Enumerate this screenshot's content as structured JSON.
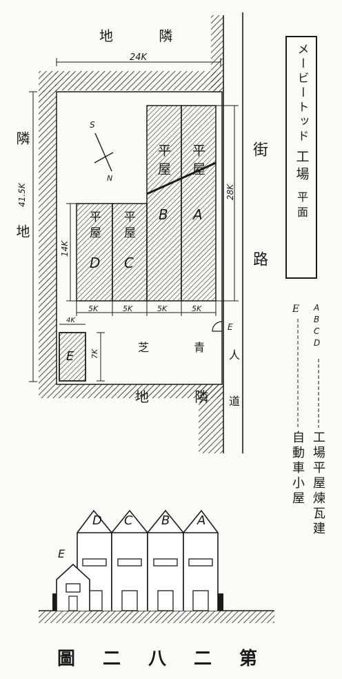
{
  "plan": {
    "label_top_land": "地 隣",
    "label_left_land_a": "隣",
    "label_left_land_b": "地",
    "label_bottom_land": "地 隣",
    "label_street": "街 路",
    "label_sidewalk": "人 道",
    "label_lawn": "芝 青",
    "dim_top": "24K",
    "dim_left": "41.5K",
    "dim_right": "28K",
    "dim_block": "14K",
    "dim_e_w": "4K",
    "dim_e_h": "7K",
    "dim_bottom": [
      "5K",
      "5K",
      "5K",
      "5K"
    ],
    "compass_s": "S",
    "compass_n": "N",
    "entry_mark": "E",
    "buildings": [
      {
        "id": "A",
        "name": "平屋"
      },
      {
        "id": "B",
        "name": "平屋"
      },
      {
        "id": "C",
        "name": "平屋"
      },
      {
        "id": "D",
        "name": "平屋"
      },
      {
        "id": "E",
        "name": ""
      }
    ]
  },
  "title": {
    "line1": "メービートッド",
    "line2": "工場",
    "line3": "平面"
  },
  "legend": {
    "key_e": "E",
    "keys_abcd": [
      "A",
      "B",
      "C",
      "D"
    ],
    "desc_abcd": "工場平屋煉瓦建",
    "desc_e": "自動車小屋"
  },
  "elevation": {
    "labels": [
      "D",
      "C",
      "B",
      "A"
    ],
    "label_e": "E"
  },
  "caption": "第二八二圖"
}
